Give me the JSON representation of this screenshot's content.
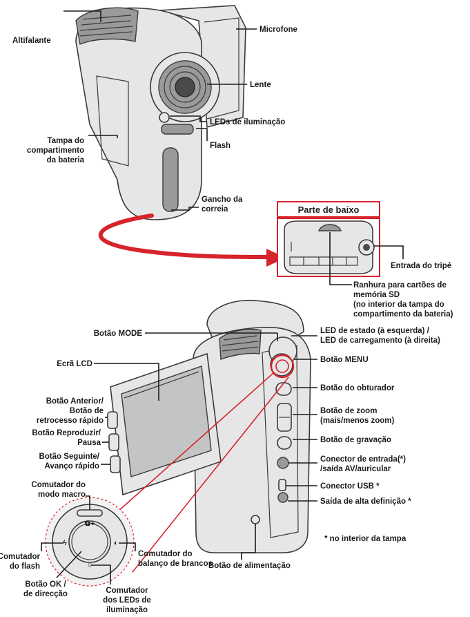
{
  "colors": {
    "accent_red": "#d7232b",
    "line": "#1a1a1a",
    "body_fill": "#e6e6e6",
    "shade_fill": "#9a9a9a"
  },
  "top_view": {
    "speaker": "Altifalante",
    "microphone": "Microfone",
    "lens": "Lente",
    "leds": "LEDs de iluminação",
    "flash": "Flash",
    "battery_cover": [
      "Tampa do",
      "compartimento",
      "da bateria"
    ],
    "strap_hook": [
      "Gancho da",
      "correia"
    ]
  },
  "bottom_view": {
    "title": "Parte de baixo",
    "tripod": "Entrada do tripé",
    "sd_slot": [
      "Ranhura para cartões de",
      "memória SD",
      "(no interior da tampa do",
      "compartimento da bateria)"
    ]
  },
  "back_view": {
    "mode_button": "Botão MODE",
    "lcd": "Ecrã LCD",
    "status_led": [
      "LED de estado (à esquerda) /",
      "LED de carregamento (à direita)"
    ],
    "menu_button": "Botão MENU",
    "shutter": "Botão do obturador",
    "zoom": [
      "Botão de zoom",
      "(mais/menos zoom)"
    ],
    "record": "Botão de gravação",
    "av_connector": [
      "Conector de entrada(*)",
      "/saída AV/auricular"
    ],
    "usb": "Conector USB *",
    "hd_out": "Saída de alta definição  *",
    "power": "Botão de alimentação",
    "footnote": "* no interior da tampa",
    "previous": [
      "Botão Anterior/",
      "Botão de",
      "retrocesso rápido"
    ],
    "play_pause": [
      "Botão Reproduzir/",
      "Pausa"
    ],
    "next": [
      "Botão Seguinte/",
      "Avanço rápido"
    ]
  },
  "dpad_detail": {
    "macro": [
      "Comutador do",
      "modo macro"
    ],
    "flash_switch": [
      "Comutador",
      "do flash"
    ],
    "white_balance": [
      "Comutador do",
      "balanço de brancos"
    ],
    "ok_button": [
      "Botão OK /",
      "de direcção"
    ],
    "led_switch": [
      "Comutador",
      "dos LEDs de",
      "iluminação"
    ]
  }
}
